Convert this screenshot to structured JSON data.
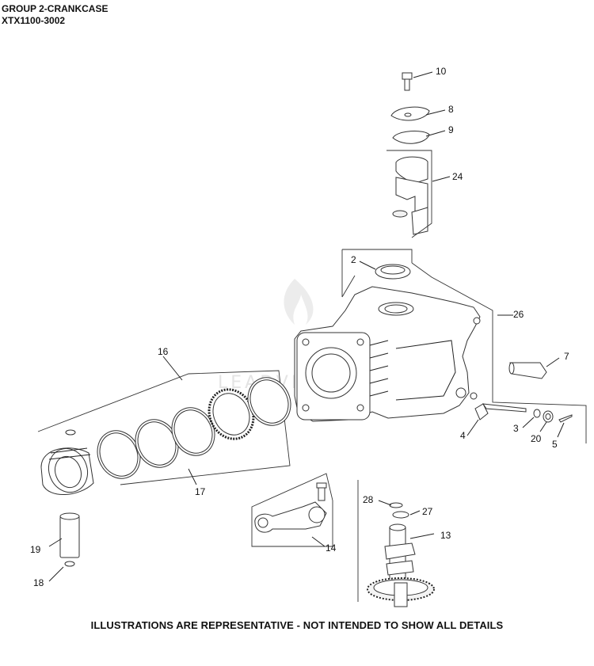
{
  "header": {
    "group_title": "GROUP 2-CRANKCASE",
    "model": "XTX1100-3002"
  },
  "footer": {
    "disclaimer": "ILLUSTRATIONS ARE REPRESENTATIVE - NOT INTENDED TO SHOW ALL DETAILS"
  },
  "watermark": {
    "text": "LEADVENTURE"
  },
  "callouts": {
    "c10": "10",
    "c8": "8",
    "c9": "9",
    "c24": "24",
    "c2": "2",
    "c26": "26",
    "c16": "16",
    "c7": "7",
    "c4": "4",
    "c3": "3",
    "c20": "20",
    "c5": "5",
    "c17": "17",
    "c28": "28",
    "c27": "27",
    "c13": "13",
    "c19": "19",
    "c14": "14",
    "c18": "18"
  }
}
